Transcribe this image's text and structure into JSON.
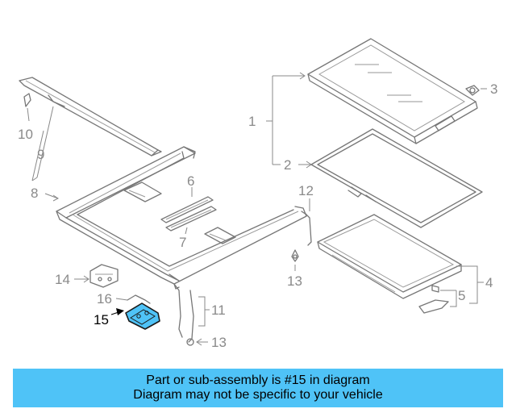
{
  "diagram": {
    "callouts": {
      "c1": "1",
      "c2": "2",
      "c3": "3",
      "c4": "4",
      "c5": "5",
      "c6": "6",
      "c7": "7",
      "c8": "8",
      "c9": "9",
      "c10": "10",
      "c11": "11",
      "c12": "12",
      "c13": "13",
      "c14": "14",
      "c15": "15",
      "c16": "16"
    },
    "highlight_part": "15",
    "colors": {
      "highlight_fill": "#4fc3f7",
      "line": "#777777",
      "label": "#8a8a8a"
    }
  },
  "banner": {
    "line1": "Part or sub-assembly is #15 in diagram",
    "line2": "Diagram may not be specific to your vehicle",
    "color": "#4fc3f7"
  }
}
